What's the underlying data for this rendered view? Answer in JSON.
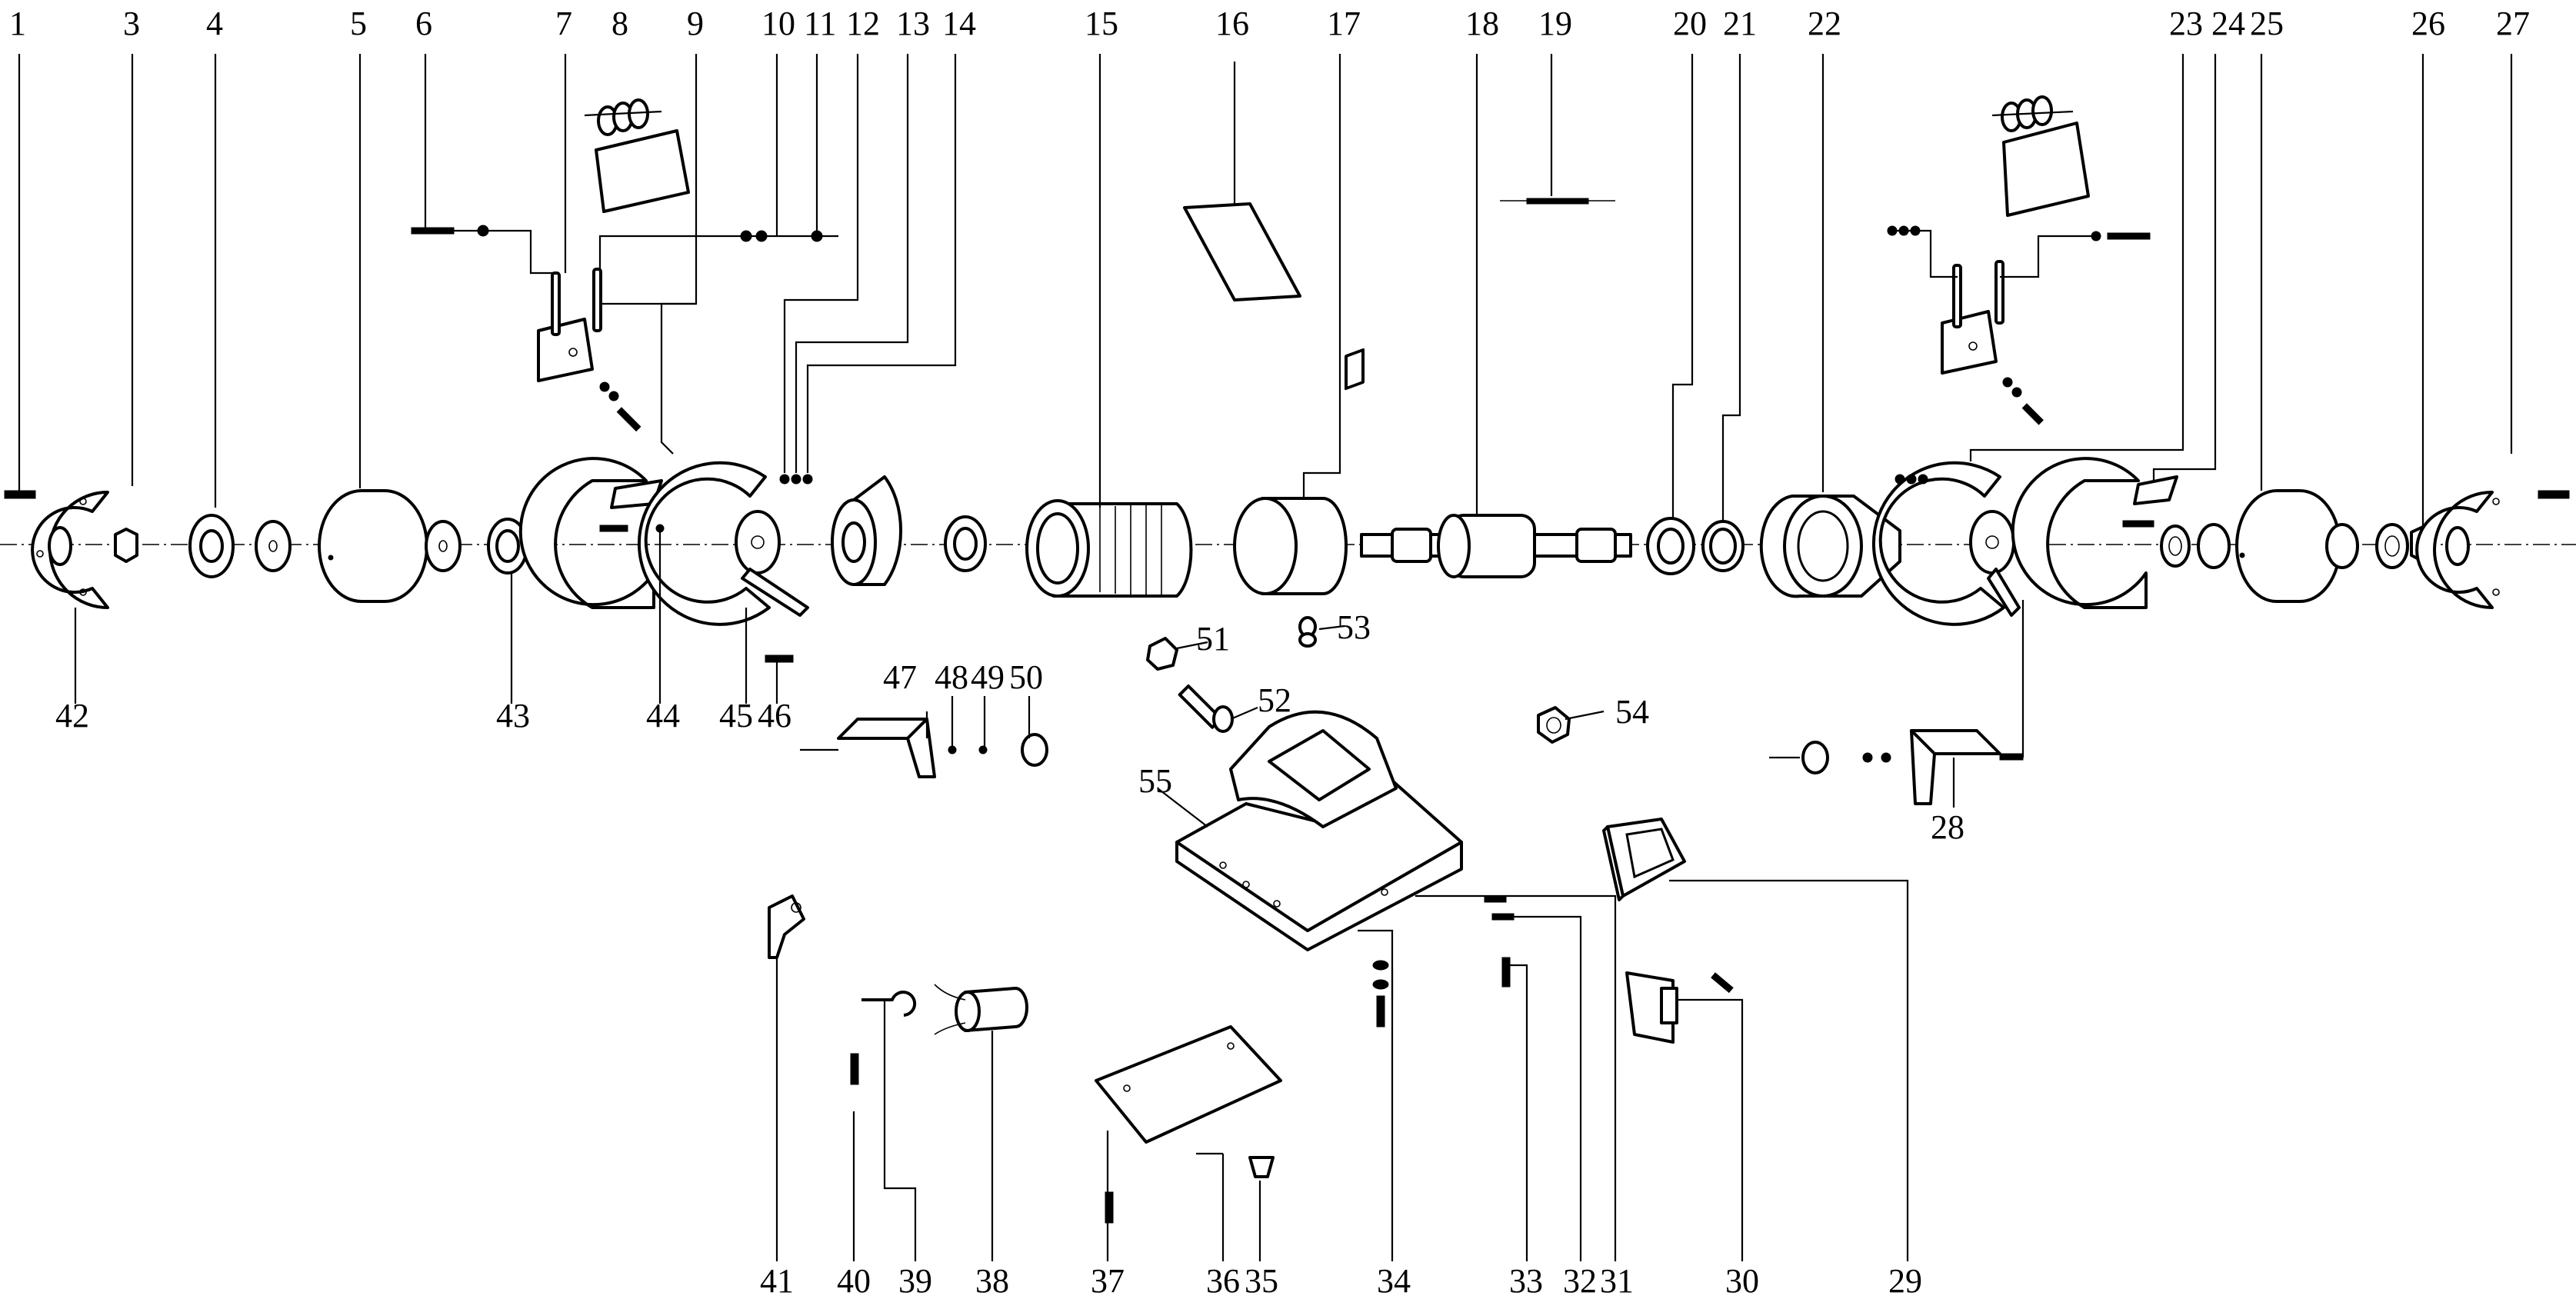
{
  "diagram": {
    "part_numbers": [
      "1",
      "3",
      "4",
      "5",
      "6",
      "7",
      "8",
      "9",
      "10",
      "11",
      "12",
      "13",
      "14",
      "15",
      "16",
      "17",
      "18",
      "19",
      "20",
      "21",
      "22",
      "23",
      "24",
      "25",
      "26",
      "27",
      "28",
      "29",
      "30",
      "31",
      "32",
      "33",
      "34",
      "35",
      "36",
      "37",
      "38",
      "39",
      "40",
      "41",
      "42",
      "43",
      "44",
      "45",
      "46",
      "47",
      "48",
      "49",
      "50",
      "51",
      "52",
      "53",
      "54",
      "55"
    ]
  }
}
